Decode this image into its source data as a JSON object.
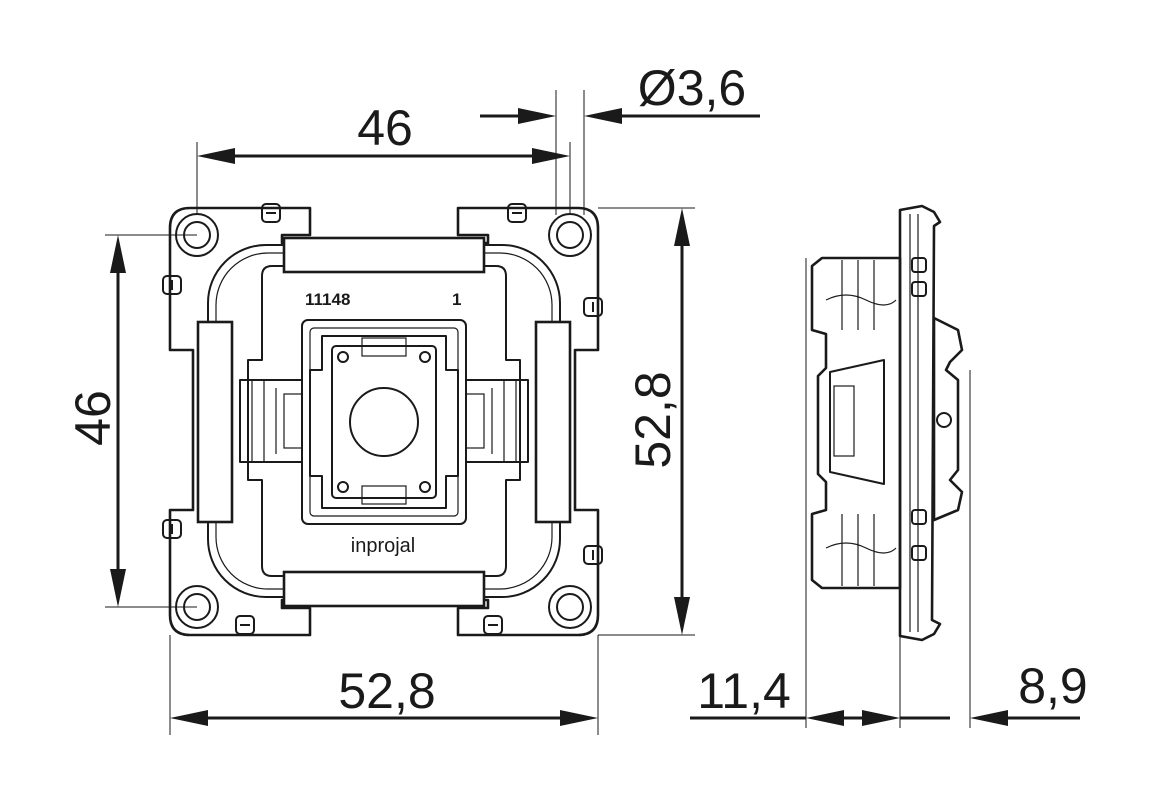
{
  "dimensions": {
    "top_width": "46",
    "hole_diameter": "Ø3,6",
    "left_height": "46",
    "right_height": "52,8",
    "bottom_width": "52,8",
    "side_depth": "11,4",
    "side_protrusion": "8,9"
  },
  "markings": {
    "part_number": "11148",
    "variant": "1",
    "brand": "inprojal"
  }
}
